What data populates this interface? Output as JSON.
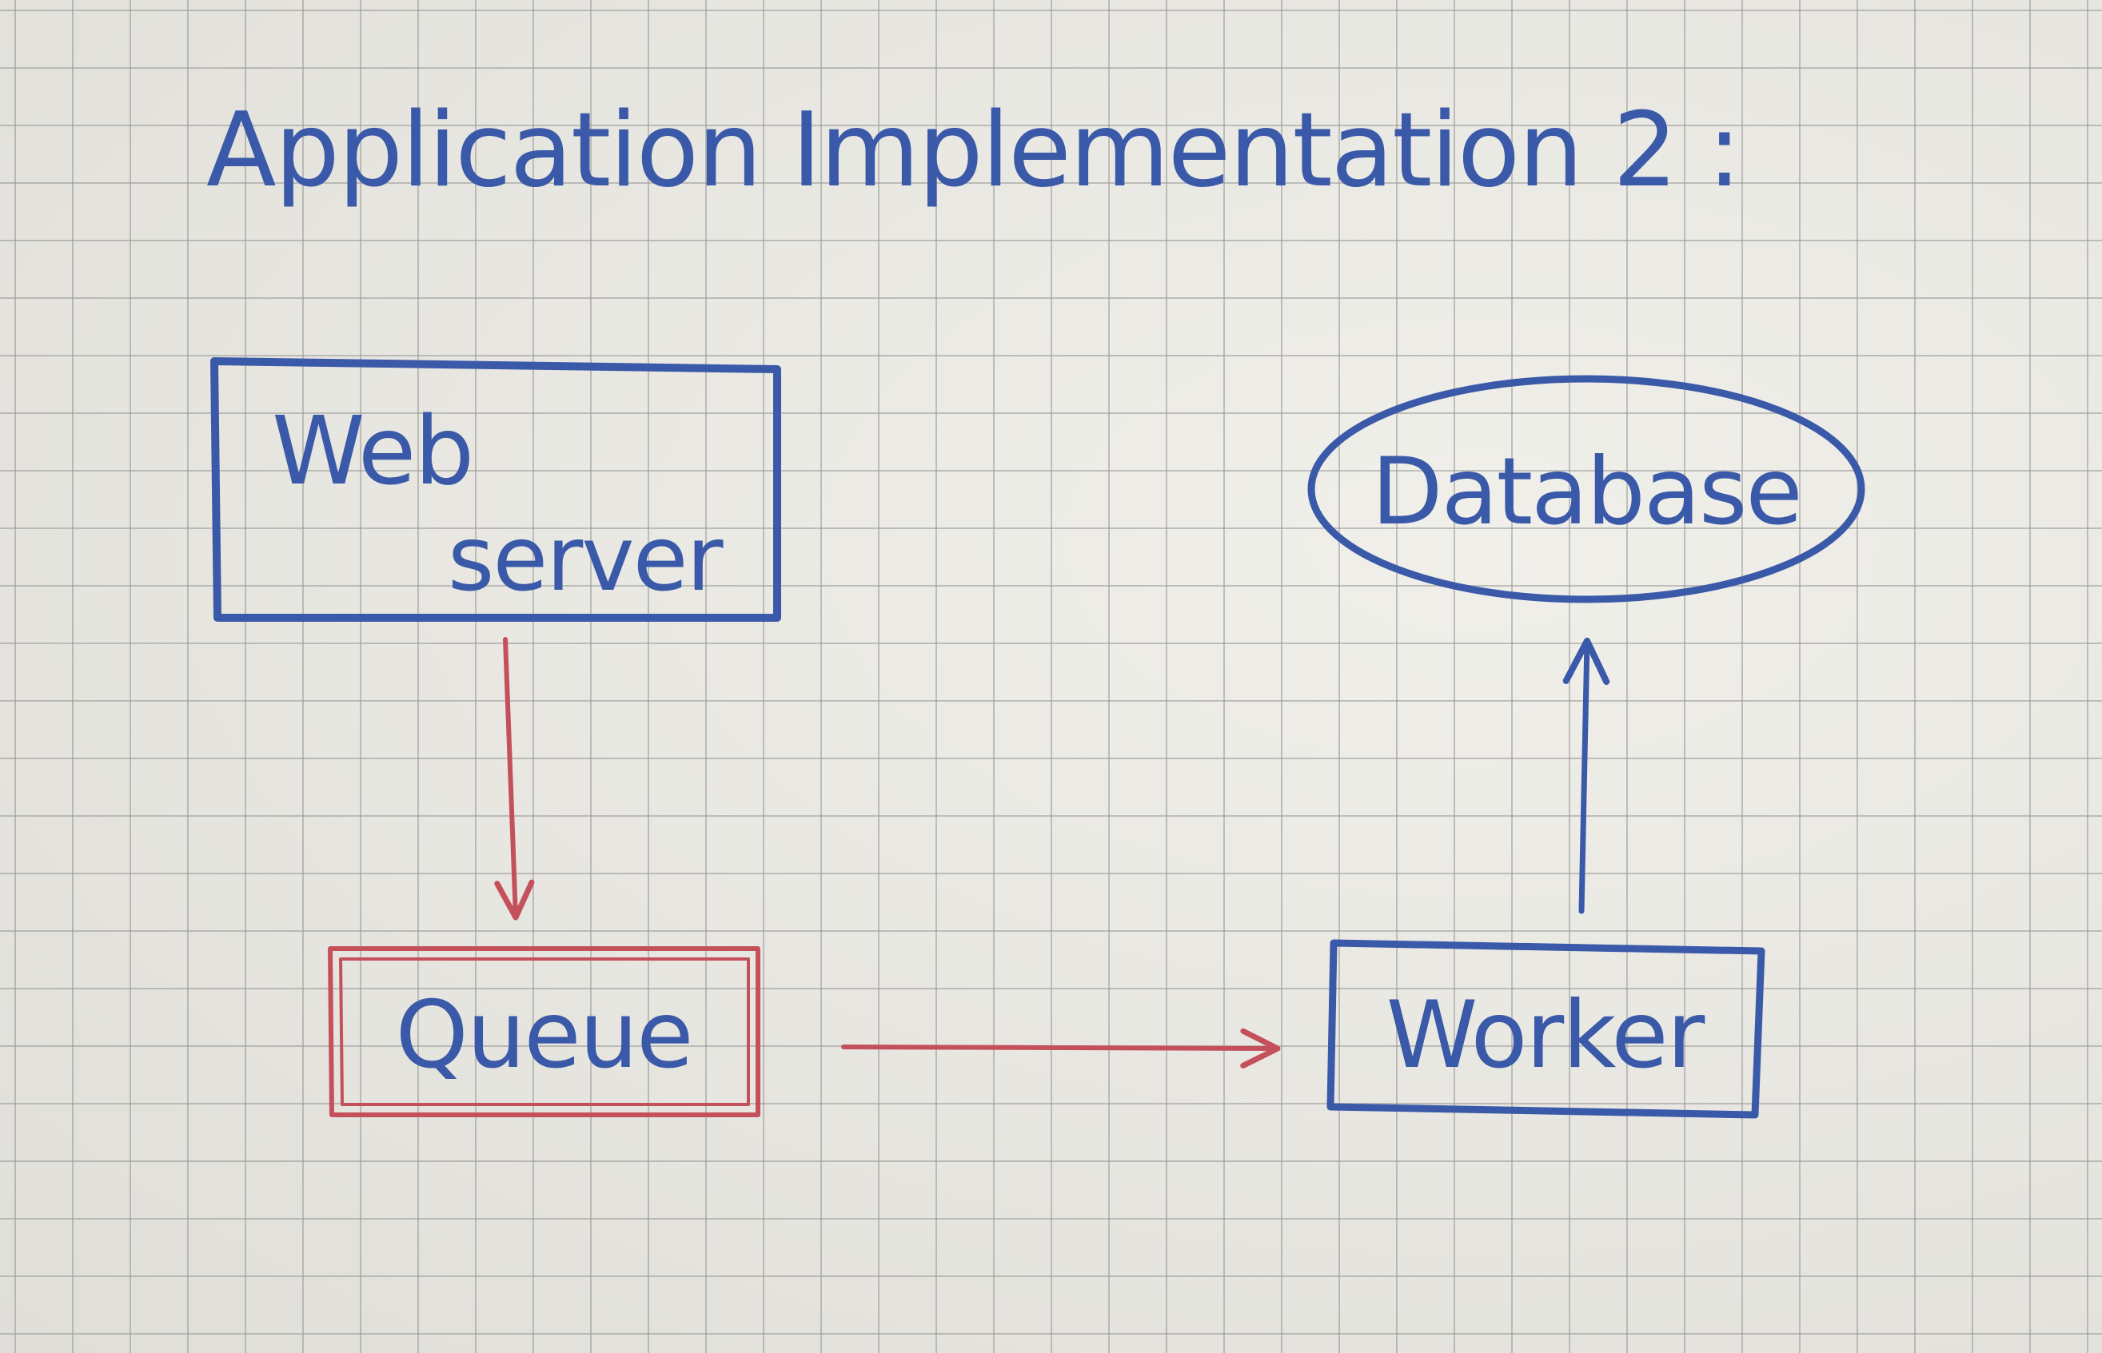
{
  "title": "Application Implementation 2 :",
  "nodes": {
    "web_server": {
      "line1": "Web",
      "line2": "server"
    },
    "database": {
      "label": "Database"
    },
    "queue": {
      "label": "Queue"
    },
    "worker": {
      "label": "Worker"
    }
  },
  "colors": {
    "paper": "#ebeae3",
    "grid": "#a0a09a",
    "blue_ink": "#3a59a8",
    "red_ink": "#c4505c"
  }
}
